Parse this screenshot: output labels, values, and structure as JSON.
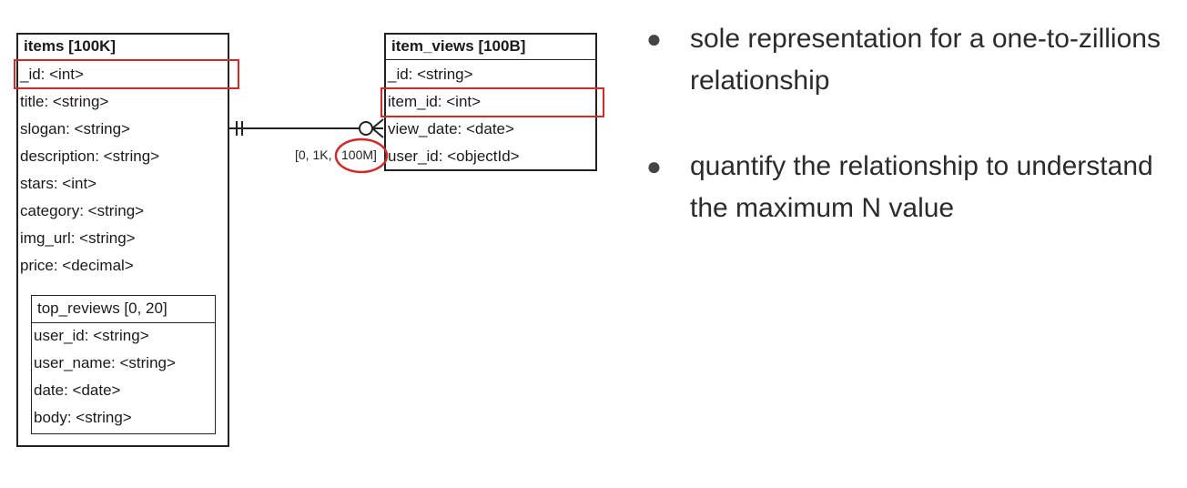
{
  "items_entity": {
    "title": "items [100K]",
    "fields": [
      "_id: <int>",
      "title: <string>",
      "slogan: <string>",
      "description: <string>",
      "stars: <int>",
      "category: <string>",
      "img_url: <string>",
      "price: <decimal>"
    ],
    "top_reviews": {
      "title": "top_reviews [0, 20]",
      "fields": [
        "user_id: <string>",
        "user_name: <string>",
        "date: <date>",
        "body: <string>"
      ]
    }
  },
  "item_views_entity": {
    "title": "item_views [100B]",
    "fields": [
      "_id: <string>",
      "item_id: <int>",
      "view_date: <date>",
      "user_id: <objectId>"
    ]
  },
  "relationship": {
    "cardinality_prefix": "[0, 1K,",
    "cardinality_max": "100M]",
    "highlight_color": "#d02a2a"
  },
  "bullets": [
    "sole representation for a one-to-zillions relationship",
    "quantify the relationship to understand the maximum N value"
  ]
}
